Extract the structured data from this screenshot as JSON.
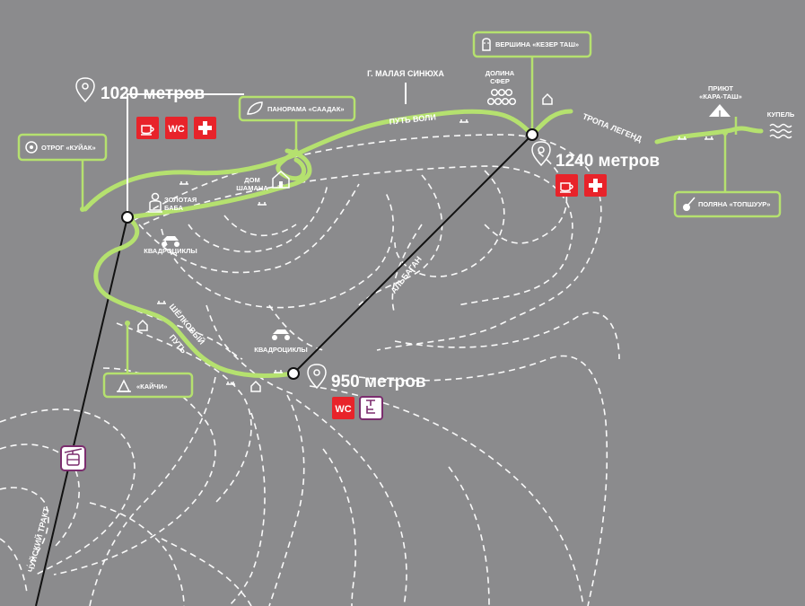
{
  "altitudes": {
    "alt_1020": "1020 метров",
    "alt_1240": "1240 метров",
    "alt_950": "950 метров"
  },
  "points": {
    "otrog": "ОТРОГ «КУЙАК»",
    "panorama": "ПАНОРАМА «СААДАК»",
    "vershina": "ВЕРШИНА «КЕЗЕР ТАШ»",
    "priut_1": "ПРИЮТ",
    "priut_2": "«КАРА-ТАШ»",
    "kupel": "КУПЕЛЬ",
    "polyana": "ПОЛЯНА «ТОПШУУР»",
    "kaychi": "«КАЙЧИ»",
    "dolina_1": "ДОЛИНА",
    "dolina_2": "СФЕР",
    "dom_1": "ДОМ",
    "dom_2": "ШАМАНА",
    "zolotaya_1": "ЗОЛОТАЯ",
    "zolotaya_2": "БАБА"
  },
  "trails": {
    "put_voli": "ПУТЬ ВОЛИ",
    "tropa": "ТРОПА ЛЕГЕНД",
    "shelk_1": "ШЁЛКОВЫЙ",
    "shelk_2": "ПУТЬ",
    "albagan": "АЛЬБАГАН",
    "chuisky": "ЧУЙСКИЙ ТРАКТ",
    "sinyuha": "Г. МАЛАЯ СИНЮХА",
    "kvadro_1": "КВАДРОЦИКЛЫ",
    "kvadro_2": "КВАДРОЦИКЛЫ"
  },
  "amenities": {
    "wc": "WC"
  },
  "colors": {
    "background": "#8b8b8d",
    "trail": "#b5e16f",
    "amenity_red": "#e8232a",
    "lift_purple": "#7b2d6e",
    "cable": "#111111"
  },
  "icons": [
    "map-pin-icon",
    "coffee-icon",
    "wc-icon",
    "first-aid-icon",
    "ski-lift-icon",
    "gondola-icon",
    "atv-icon",
    "house-icon",
    "tent-icon",
    "water-waves-icon",
    "spheres-icon",
    "leaf-icon",
    "sun-icon",
    "idol-icon",
    "scissors-icon",
    "mountain-icon",
    "instrument-icon"
  ]
}
